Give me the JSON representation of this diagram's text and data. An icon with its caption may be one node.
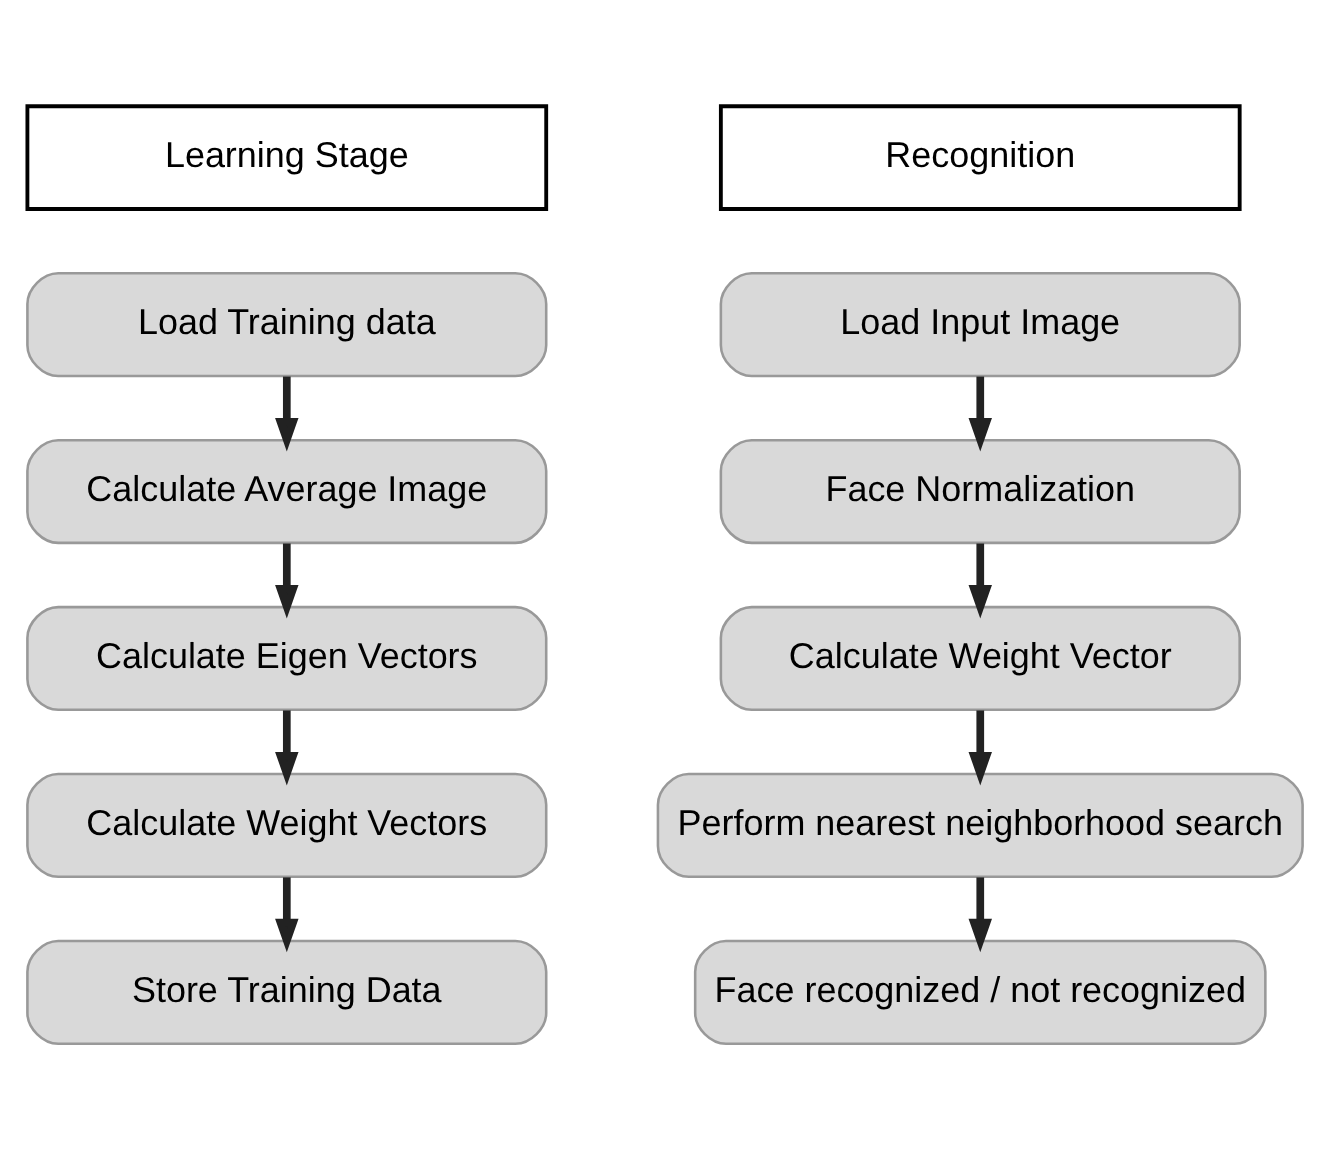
{
  "diagram": {
    "nodes": [
      {
        "text": [
          "Learning Stage"
        ]
      },
      {
        "text": [
          "Load Training data"
        ]
      },
      {
        "text": [
          "Calculate Average Image"
        ]
      },
      {
        "text": [
          "Calculate Eigen Vectors"
        ]
      },
      {
        "text": [
          "Calculate Weight Vectors"
        ]
      },
      {
        "text": [
          "Store Training Data"
        ]
      },
      {
        "text": [
          "Recognition"
        ]
      },
      {
        "text": [
          "Load Input Image"
        ]
      },
      {
        "text": [
          "Face Normalization"
        ]
      },
      {
        "text": [
          "Calculate Weight Vector"
        ]
      },
      {
        "text": [
          "Perform nearest neighborhood search"
        ]
      },
      {
        "text": [
          "Face recognized / not recognized"
        ]
      }
    ],
    "edges": [
      {
        "from": 1,
        "to": 2,
        "arrow": "to"
      },
      {
        "from": 2,
        "to": 3,
        "arrow": "to"
      },
      {
        "from": 3,
        "to": 4,
        "arrow": "to"
      },
      {
        "from": 4,
        "to": 5,
        "arrow": "to"
      },
      {
        "from": 7,
        "to": 8,
        "arrow": "to"
      },
      {
        "from": 8,
        "to": 9,
        "arrow": "to"
      },
      {
        "from": 9,
        "to": 10,
        "arrow": "to"
      },
      {
        "from": 10,
        "to": 11,
        "arrow": "to"
      }
    ]
  }
}
